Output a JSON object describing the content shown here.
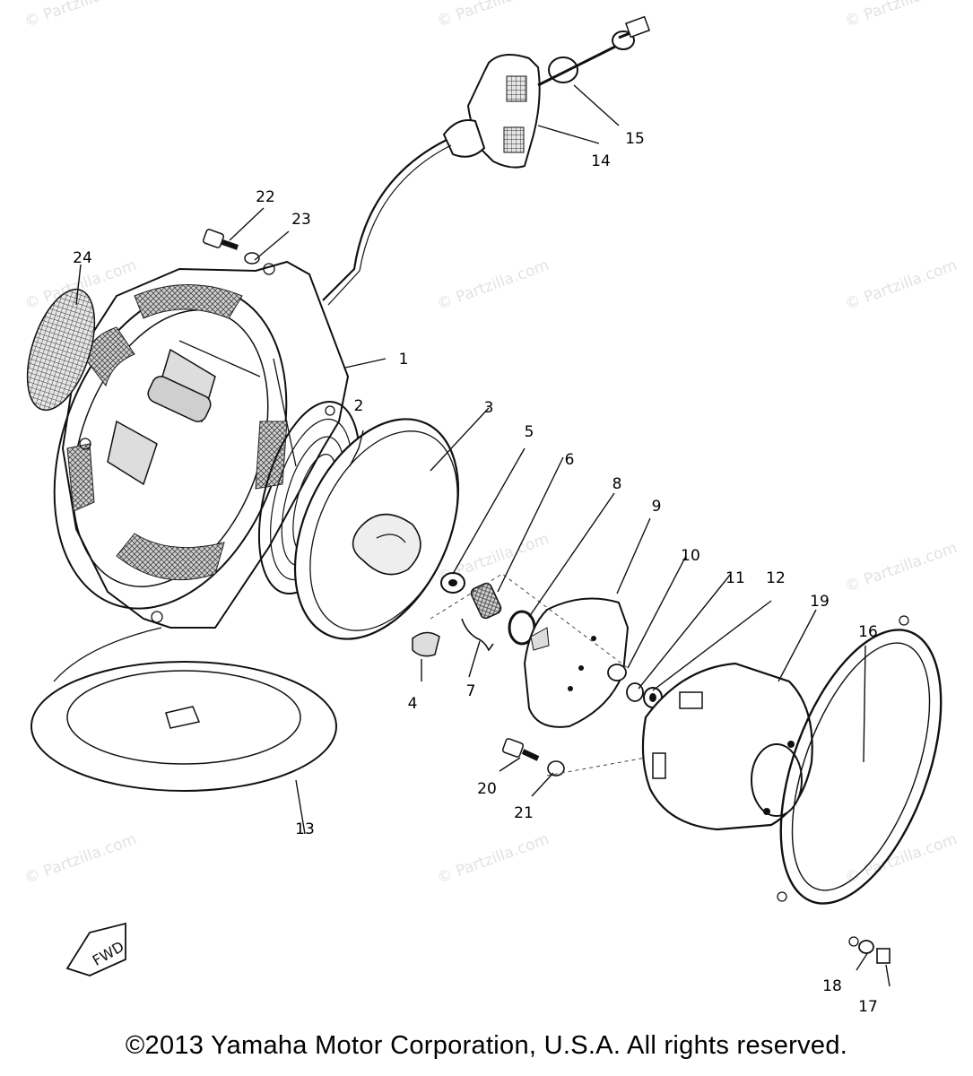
{
  "watermark_text": "© Partzilla.com",
  "labels": [
    "1",
    "2",
    "3",
    "4",
    "5",
    "6",
    "7",
    "8",
    "9",
    "10",
    "11",
    "12",
    "13",
    "14",
    "15",
    "16",
    "17",
    "18",
    "19",
    "20",
    "21",
    "22",
    "23",
    "24"
  ],
  "fwd_label": "FWD",
  "copyright": "©2013 Yamaha Motor Corporation, U.S.A. All rights reserved."
}
